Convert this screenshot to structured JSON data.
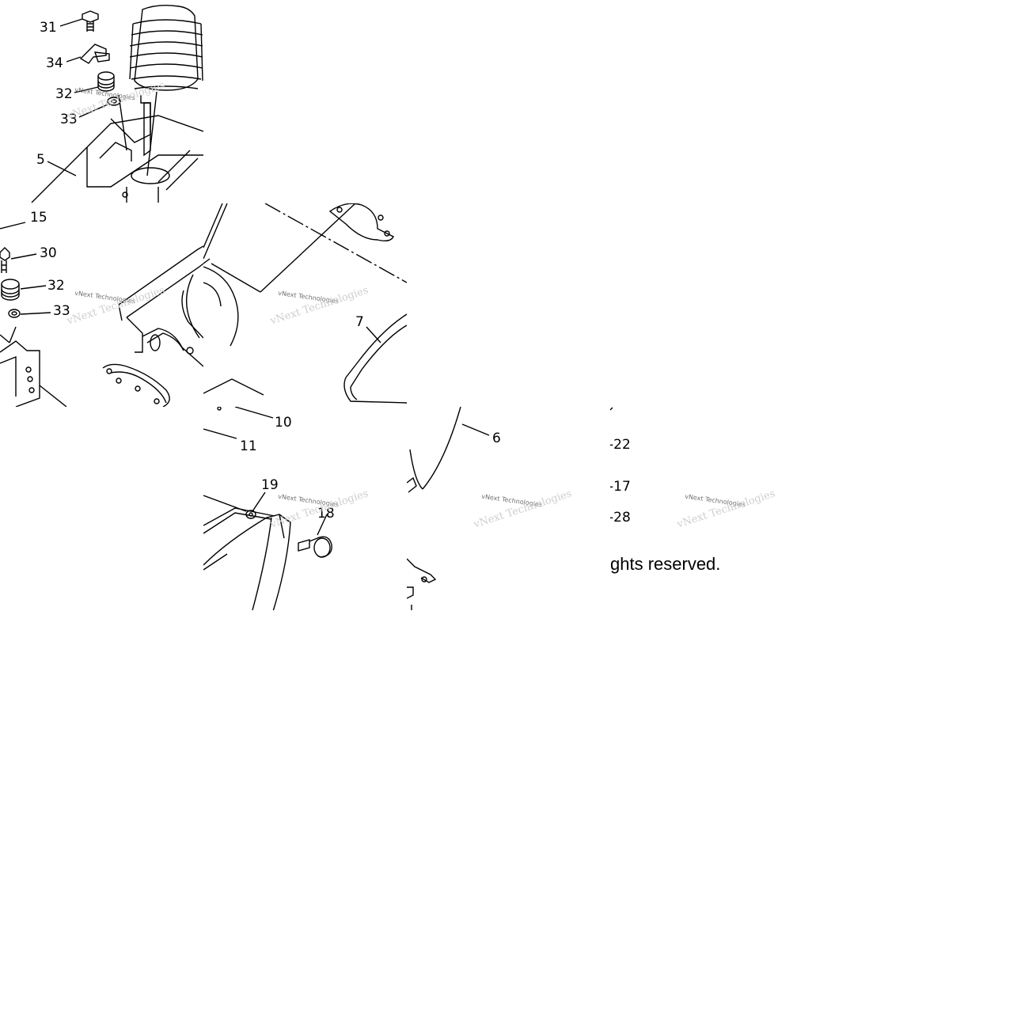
{
  "watermark": {
    "line1": "vNext Technologies",
    "line2": "vNext Technologies"
  },
  "tiles": {
    "t00": {
      "labels": [
        "31",
        "34",
        "32",
        "33",
        "5"
      ]
    },
    "t10": {
      "labels": [
        "15",
        "30",
        "32",
        "33"
      ]
    },
    "t11": {
      "labels": [
        "7"
      ]
    },
    "t21": {
      "labels": [
        "10",
        "11",
        "19",
        "18"
      ]
    },
    "t22": {
      "labels": [
        "6"
      ]
    },
    "t23": {
      "labels": [
        "-22",
        "-17",
        "-28"
      ],
      "copyright": "ghts reserved."
    }
  }
}
